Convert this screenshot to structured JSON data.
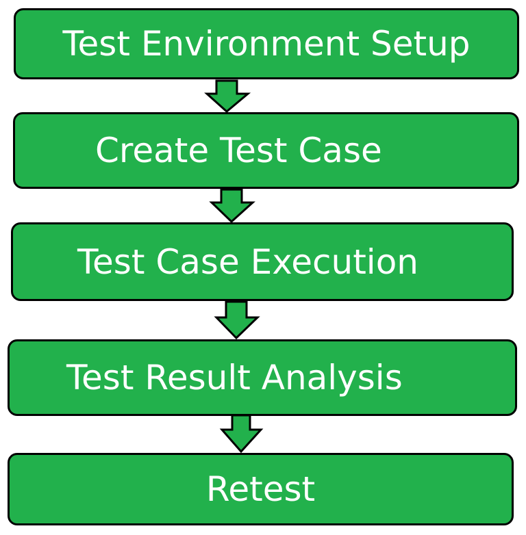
{
  "flow": {
    "steps": [
      {
        "label": "Test Environment Setup"
      },
      {
        "label": "Create Test Case"
      },
      {
        "label": "Test Case Execution"
      },
      {
        "label": "Test Result Analysis"
      },
      {
        "label": "Retest"
      }
    ]
  },
  "colors": {
    "box_fill": "#22b14c",
    "box_border": "#000000",
    "text": "#ffffff",
    "background": "#ffffff"
  },
  "icons": {
    "connector": "down-arrow-icon"
  }
}
